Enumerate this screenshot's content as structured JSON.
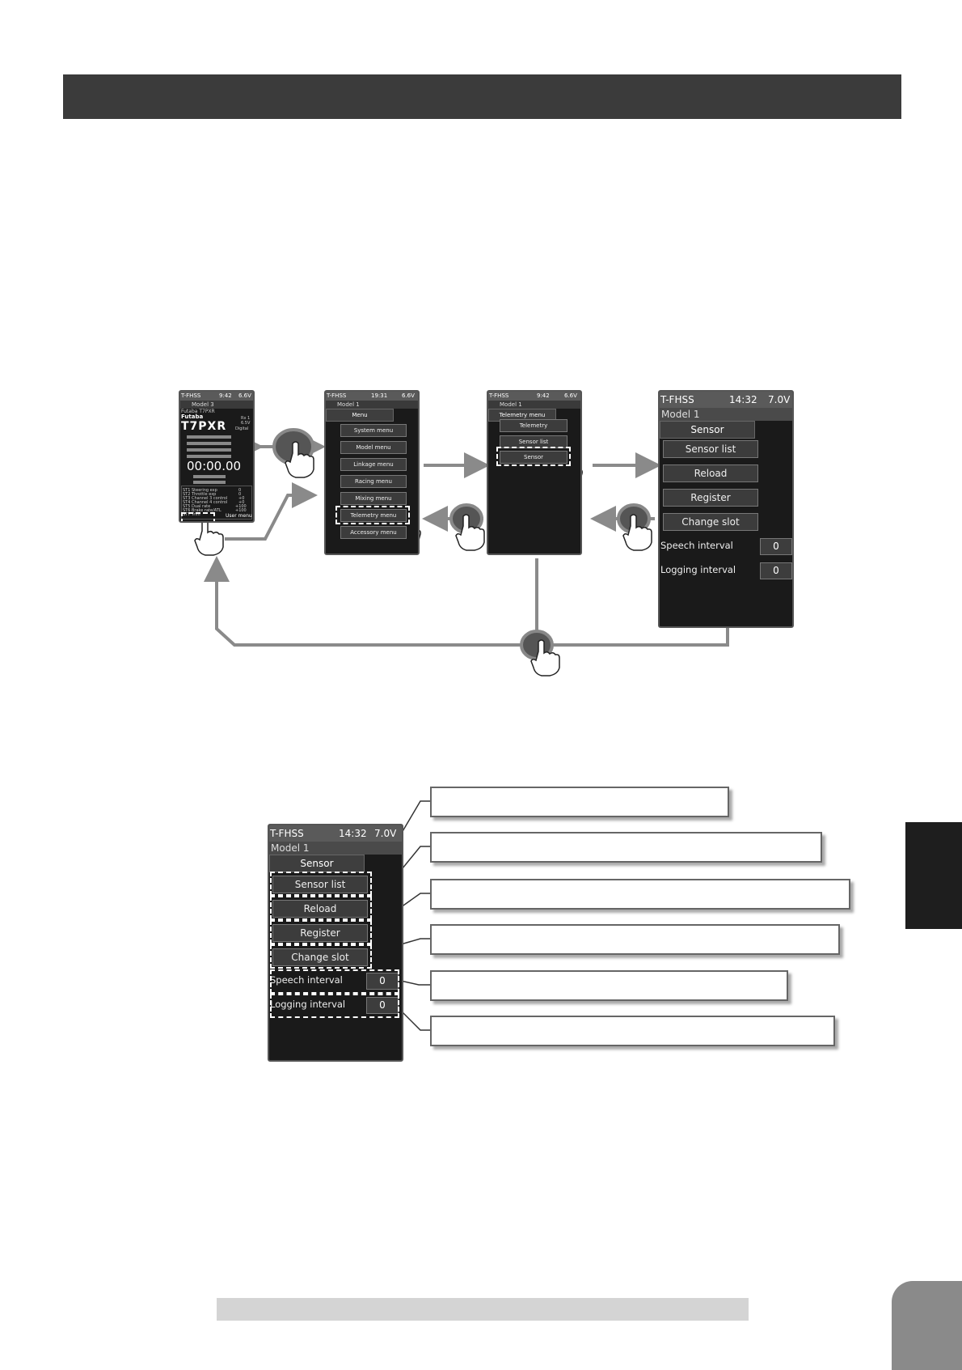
{
  "screens": {
    "home": {
      "status_left": "T-FHSS",
      "status_time": "9:42",
      "status_volt": "6.6V",
      "model": "Model 3",
      "brand_line": "Futaba T7PXR",
      "brand": "Futaba",
      "logo": "T7PXR",
      "rx": "Rx 1",
      "rx_volt": "6.5V",
      "mode": "Digital",
      "timer": "00:00.00",
      "user_menu": "User menu",
      "list_rows": [
        "ST1 Steering exp",
        "ST2 Throttle exp",
        "ST3 Channel 3 control",
        "ST4 Channel 4 control",
        "ST5 Dual rate",
        "ST6 Brake rate/ATL",
        "ST7 Trim"
      ],
      "list_vals": [
        "0",
        "0",
        "+0",
        "+0",
        "+100",
        "+100",
        ""
      ]
    },
    "menu": {
      "status_left": "T-FHSS",
      "status_time": "19:31",
      "status_volt": "6.6V",
      "model": "Model 1",
      "title": "Menu",
      "items": [
        "System menu",
        "Model menu",
        "Linkage menu",
        "Racing menu",
        "Mixing menu",
        "Telemetry menu",
        "Accessory menu"
      ]
    },
    "telemetry": {
      "status_left": "T-FHSS",
      "status_time": "9:42",
      "status_volt": "6.6V",
      "model": "Model 1",
      "title": "Telemetry menu",
      "items": [
        "Telemetry",
        "Sensor list",
        "Sensor"
      ]
    },
    "sensor": {
      "status_left": "T-FHSS",
      "status_time": "14:32",
      "status_volt": "7.0V",
      "model": "Model 1",
      "title": "Sensor",
      "buttons": [
        "Sensor list",
        "Reload",
        "Register",
        "Change slot"
      ],
      "speech_label": "Speech interval",
      "speech_value": "0",
      "logging_label": "Logging interval",
      "logging_value": "0"
    },
    "sensor_detail": {
      "status_left": "T-FHSS",
      "status_time": "14:32",
      "status_volt": "7.0V",
      "model": "Model 1",
      "title": "Sensor",
      "buttons": [
        "Sensor list",
        "Reload",
        "Register",
        "Change slot"
      ],
      "speech_label": "Speech interval",
      "speech_value": "0",
      "logging_label": "Logging interval",
      "logging_value": "0"
    }
  },
  "colors": {
    "header": "#3b3b3b",
    "arrow": "#8a8a8a",
    "side_tab": "#1e1e1e",
    "page_tab": "#8a8a8a",
    "footer": "#d4d4d4"
  },
  "icons": [
    "pointing-hand-icon",
    "home-button-icon",
    "rotary-button-icon"
  ]
}
